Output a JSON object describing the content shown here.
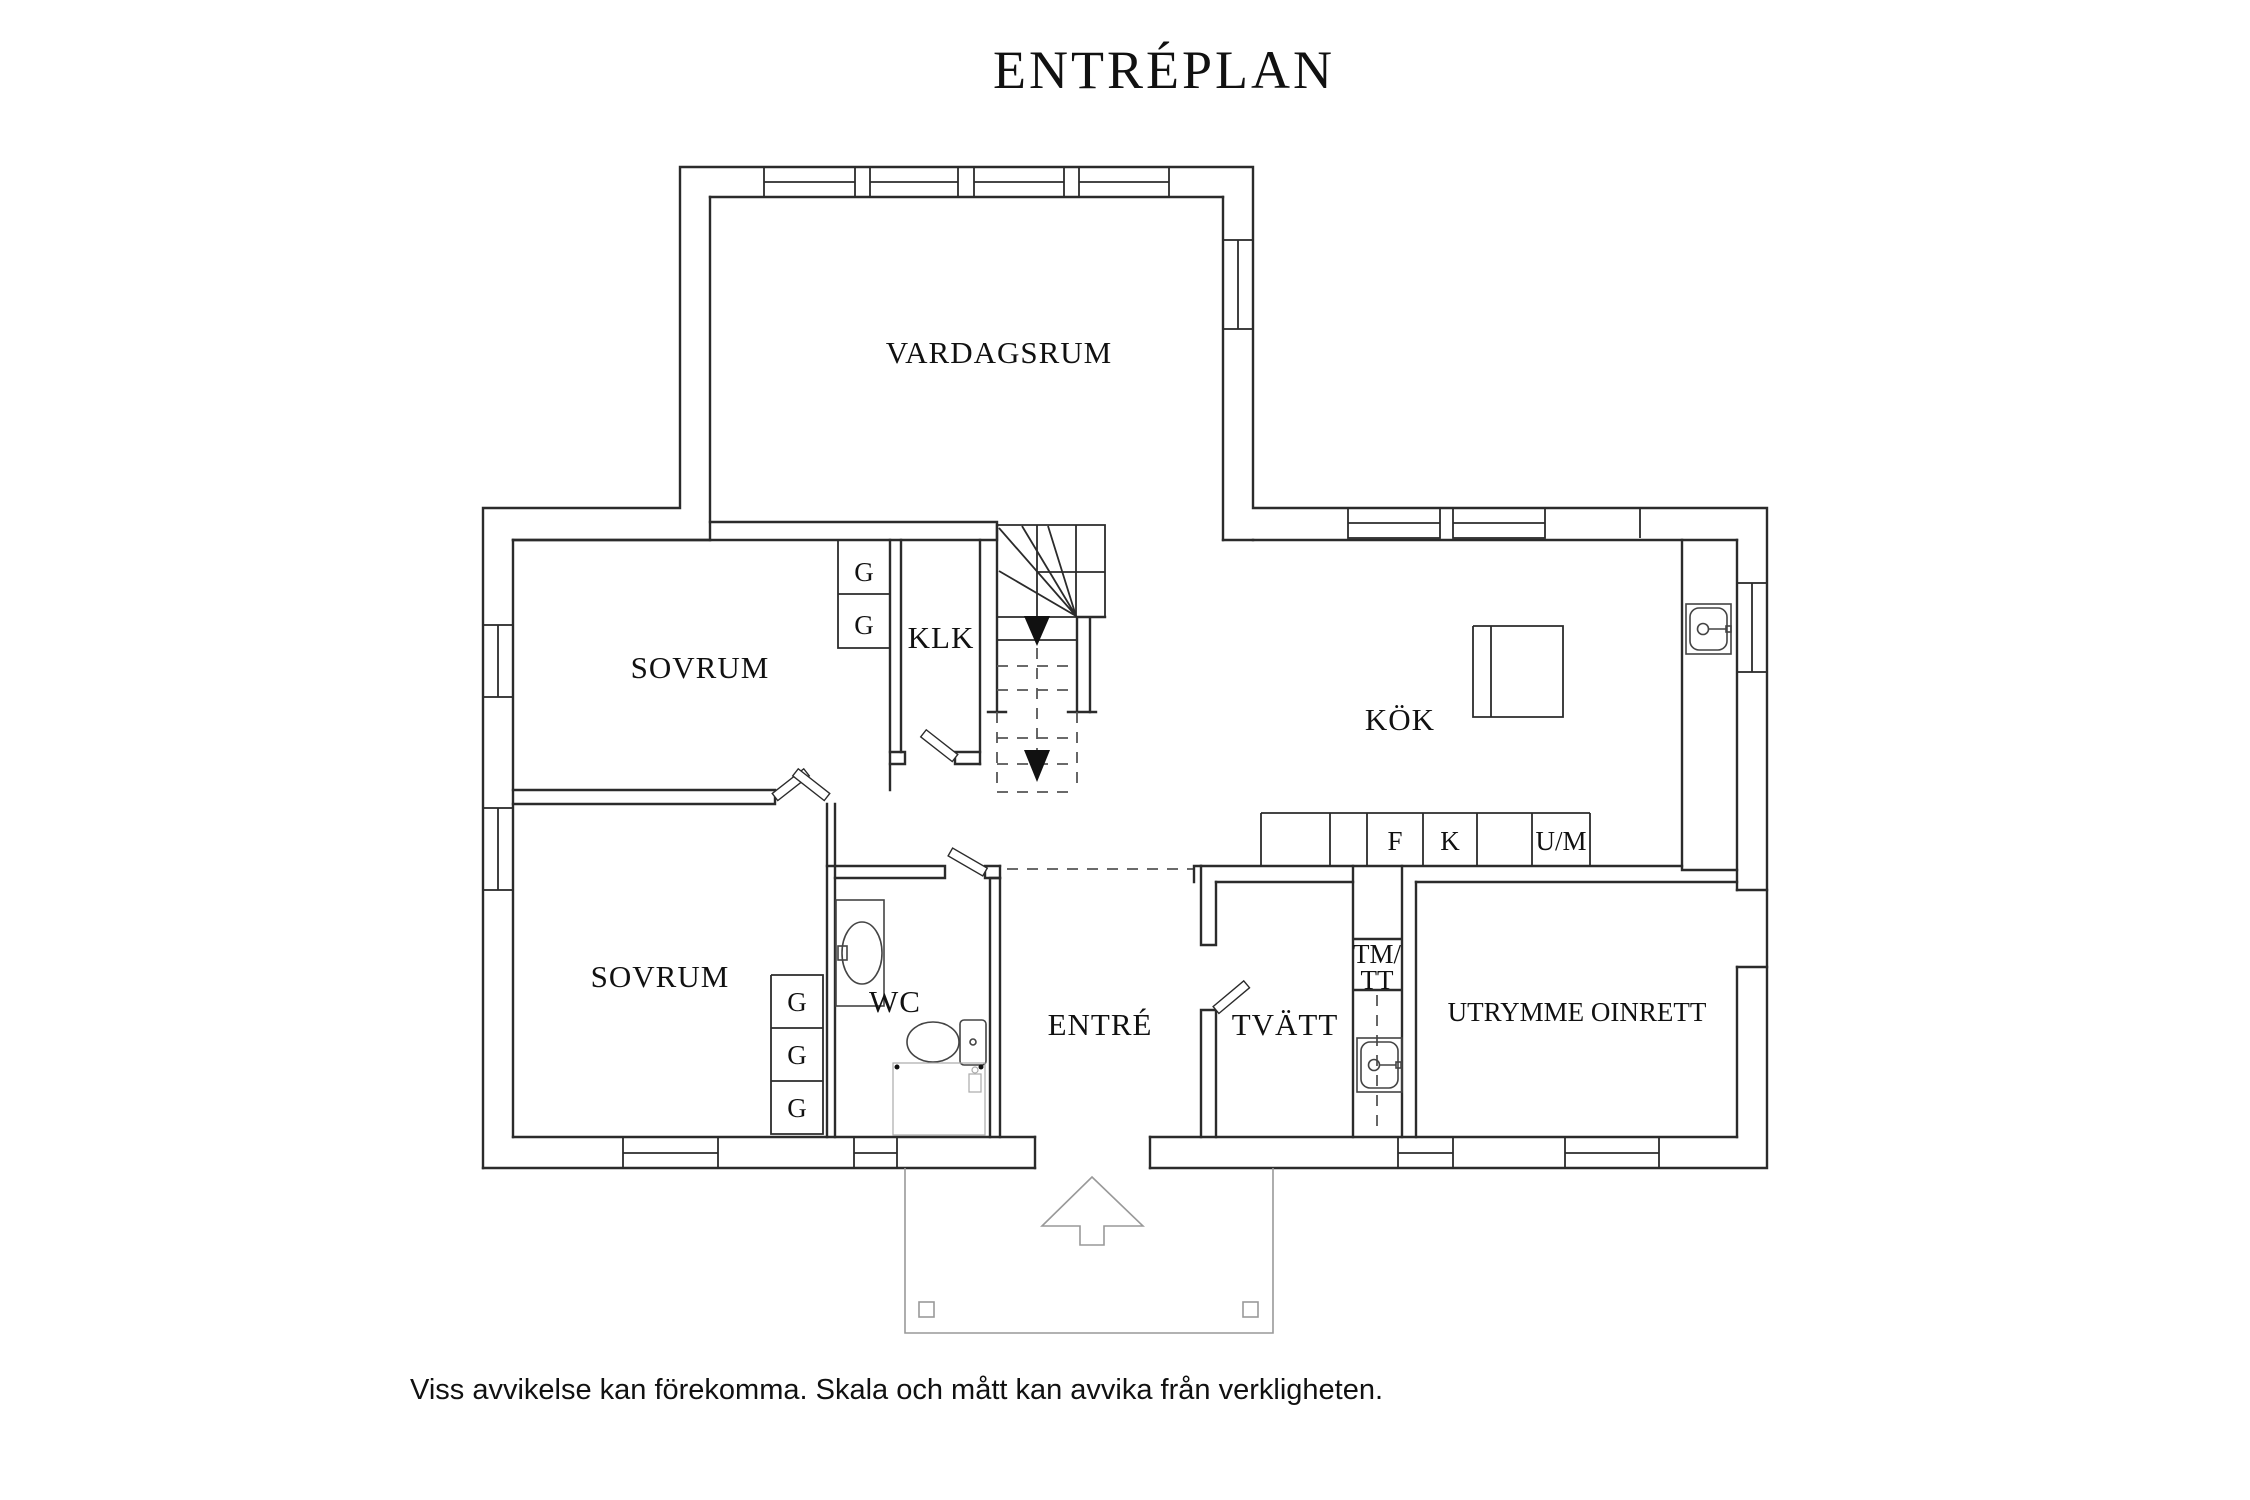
{
  "title": "ENTRÉPLAN",
  "disclaimer": "Viss avvikelse kan förekomma. Skala och mått kan avvika från verkligheten.",
  "rooms": {
    "vardagsrum": "VARDAGSRUM",
    "sovrum_upper": "SOVRUM",
    "sovrum_lower": "SOVRUM",
    "klk": "KLK",
    "kok": "KÖK",
    "wc": "WC",
    "entre": "ENTRÉ",
    "tvatt": "TVÄTT",
    "utrymme": "UTRYMME OINRETT"
  },
  "labels": {
    "closet": "G",
    "fridge": "F",
    "kyl": "K",
    "um": "U/M",
    "tm_line1": "TM/",
    "tm_line2": "TT"
  },
  "colors": {
    "background": "#ffffff",
    "wall": "#2b2b2b",
    "thin_gray": "#999999",
    "dashed": "#555555",
    "text": "#111111"
  }
}
